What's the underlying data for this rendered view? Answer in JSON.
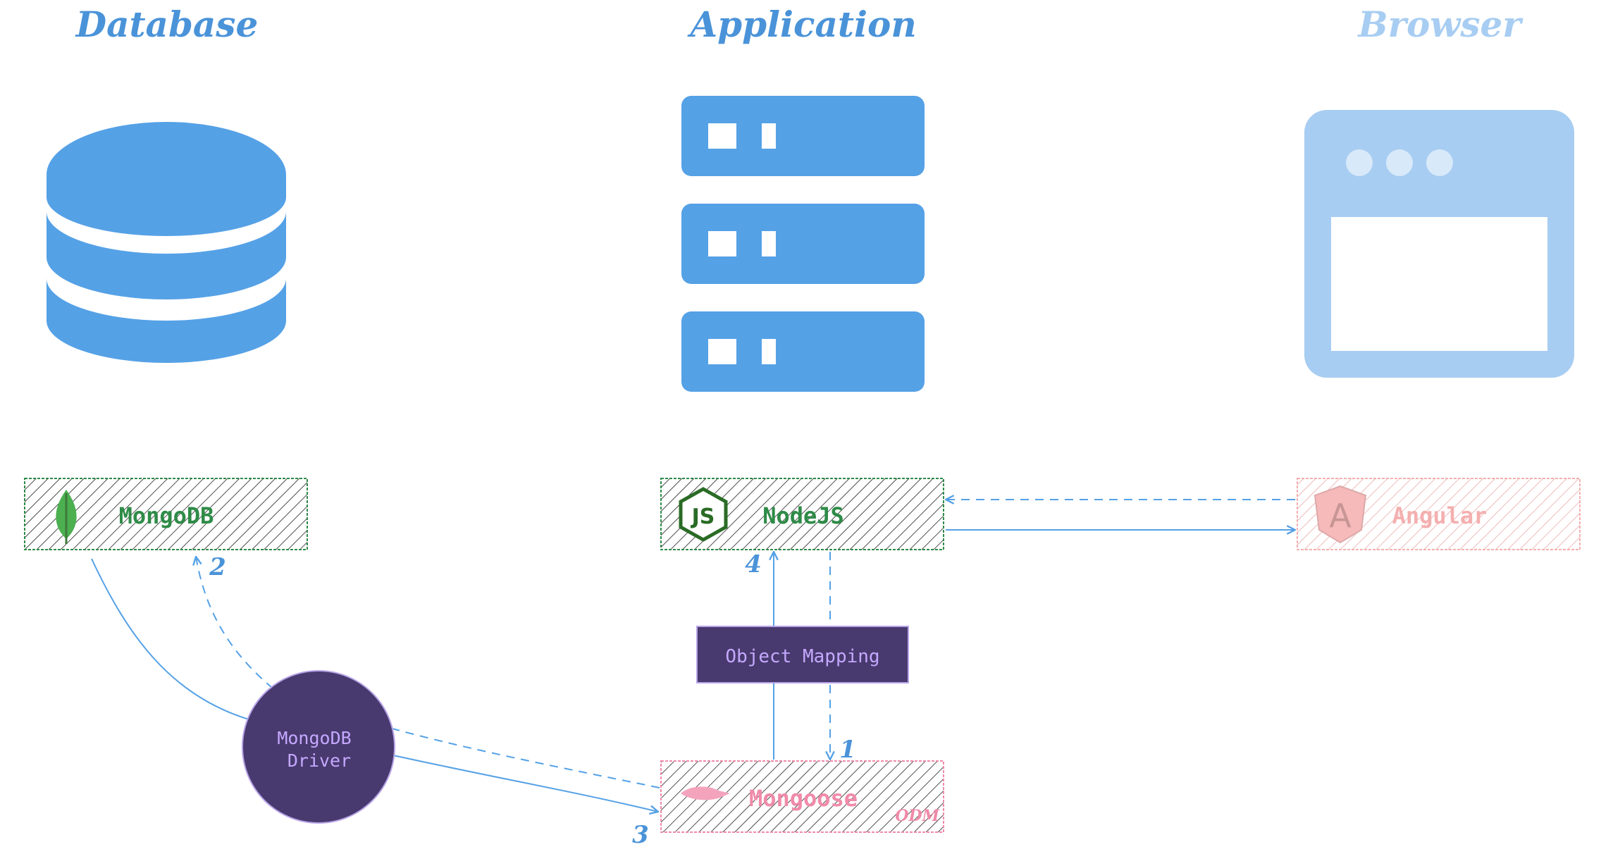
{
  "columns": {
    "database": "Database",
    "application": "Application",
    "browser": "Browser"
  },
  "nodes": {
    "mongodb": "MongoDB",
    "nodejs": "NodeJS",
    "angular": "Angular",
    "mongoose": "Mongoose",
    "odm": "ODM",
    "object_mapping": "Object Mapping",
    "driver_line1": "MongoDB",
    "driver_line2": "Driver",
    "angular_logo": "A",
    "nodejs_logo": "JS"
  },
  "steps": [
    "1",
    "2",
    "3",
    "4"
  ],
  "icons": {
    "database": "database-icon",
    "application": "server-stack-icon",
    "browser": "browser-window-icon",
    "mongodb": "mongodb-leaf-icon",
    "nodejs": "nodejs-hexagon-icon",
    "angular": "angular-shield-icon",
    "mongoose": "mongoose-icon"
  },
  "colors": {
    "accent_blue": "#55a1e6",
    "browser_blue": "#a8cdf2",
    "title_blue": "#4a93d9",
    "title_browser": "#a8cdf2",
    "mongo_green": "#2e8b47",
    "angular_pink": "#f3a7a7",
    "mongoose_pink": "#f08aa8",
    "purple": "#483a6e",
    "purple_text": "#c5a8ff"
  }
}
